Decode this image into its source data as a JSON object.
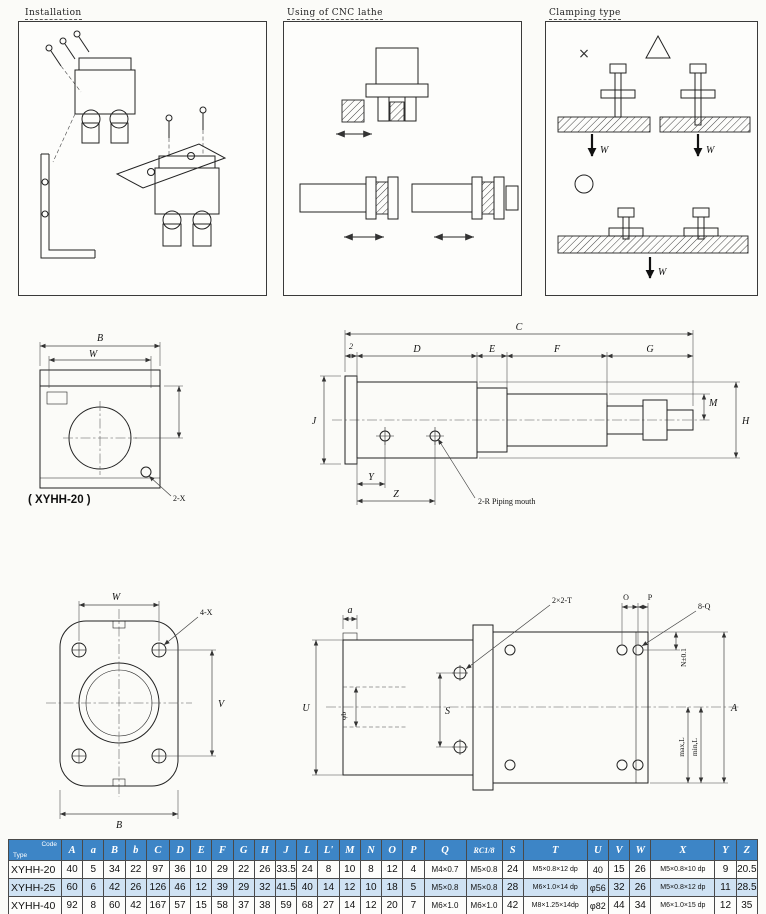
{
  "panels": {
    "installation": {
      "title": "Installation"
    },
    "cnc": {
      "title": "Using of CNC lathe"
    },
    "clamping": {
      "title": "Clamping type",
      "bad_mark": "×",
      "w_label_1": "W",
      "w_label_2": "W",
      "w_label_3": "W"
    }
  },
  "middle": {
    "front": {
      "dim_b": "B",
      "dim_w": "W",
      "hole_label": "2-X",
      "caption": "( XYHH-20 )"
    },
    "side": {
      "dim_c": "C",
      "dim_2": "2",
      "dim_d": "D",
      "dim_e": "E",
      "dim_f": "F",
      "dim_g": "G",
      "dim_j": "J",
      "dim_m": "M",
      "dim_h": "H",
      "dim_y": "Y",
      "dim_z": "Z",
      "piping_label": "2-R Piping mouth"
    }
  },
  "bottom": {
    "front": {
      "dim_w": "W",
      "hole_label": "4-X",
      "dim_v": "V",
      "dim_b": "B"
    },
    "side": {
      "dim_a": "a",
      "tap_label": "2×2-T",
      "dim_o": "O",
      "dim_p": "P",
      "hole_label": "8-Q",
      "dim_n": "N±0.1",
      "dim_u": "U",
      "dim_s": "S",
      "dim_phib": "φb",
      "max_l": "max,L",
      "min_l": "min,L",
      "dim_big_a": "A"
    }
  },
  "table": {
    "corner_top": "Code",
    "corner_bottom": "Type",
    "columns": [
      "A",
      "a",
      "B",
      "b",
      "C",
      "D",
      "E",
      "F",
      "G",
      "H",
      "J",
      "L",
      "L'",
      "M",
      "N",
      "O",
      "P",
      "Q",
      "RC1/8",
      "S",
      "T",
      "U",
      "V",
      "W",
      "X",
      "Y",
      "Z"
    ],
    "rows": [
      {
        "type": "XYHH-20",
        "values": [
          "40",
          "5",
          "34",
          "22",
          "97",
          "36",
          "10",
          "29",
          "22",
          "26",
          "33.5",
          "24",
          "8",
          "10",
          "8",
          "12",
          "4",
          "M4×0.7",
          "M5×0.8",
          "24",
          "M5×0.8×12 dp",
          "40",
          "15",
          "26",
          "M5×0.8×10 dp",
          "9",
          "20.5"
        ]
      },
      {
        "type": "XYHH-25",
        "values": [
          "60",
          "6",
          "42",
          "26",
          "126",
          "46",
          "12",
          "39",
          "29",
          "32",
          "41.5",
          "40",
          "14",
          "12",
          "10",
          "18",
          "5",
          "M5×0.8",
          "M5×0.8",
          "28",
          "M6×1.0×14 dp",
          "φ56",
          "32",
          "26",
          "M5×0.8×12 dp",
          "11",
          "28.5"
        ]
      },
      {
        "type": "XYHH-40",
        "values": [
          "92",
          "8",
          "60",
          "42",
          "167",
          "57",
          "15",
          "58",
          "37",
          "38",
          "59",
          "68",
          "27",
          "14",
          "12",
          "20",
          "7",
          "M6×1.0",
          "M6×1.0",
          "42",
          "M8×1.25×14dp",
          "φ82",
          "44",
          "34",
          "M6×1.0×15 dp",
          "12",
          "35"
        ]
      }
    ]
  }
}
